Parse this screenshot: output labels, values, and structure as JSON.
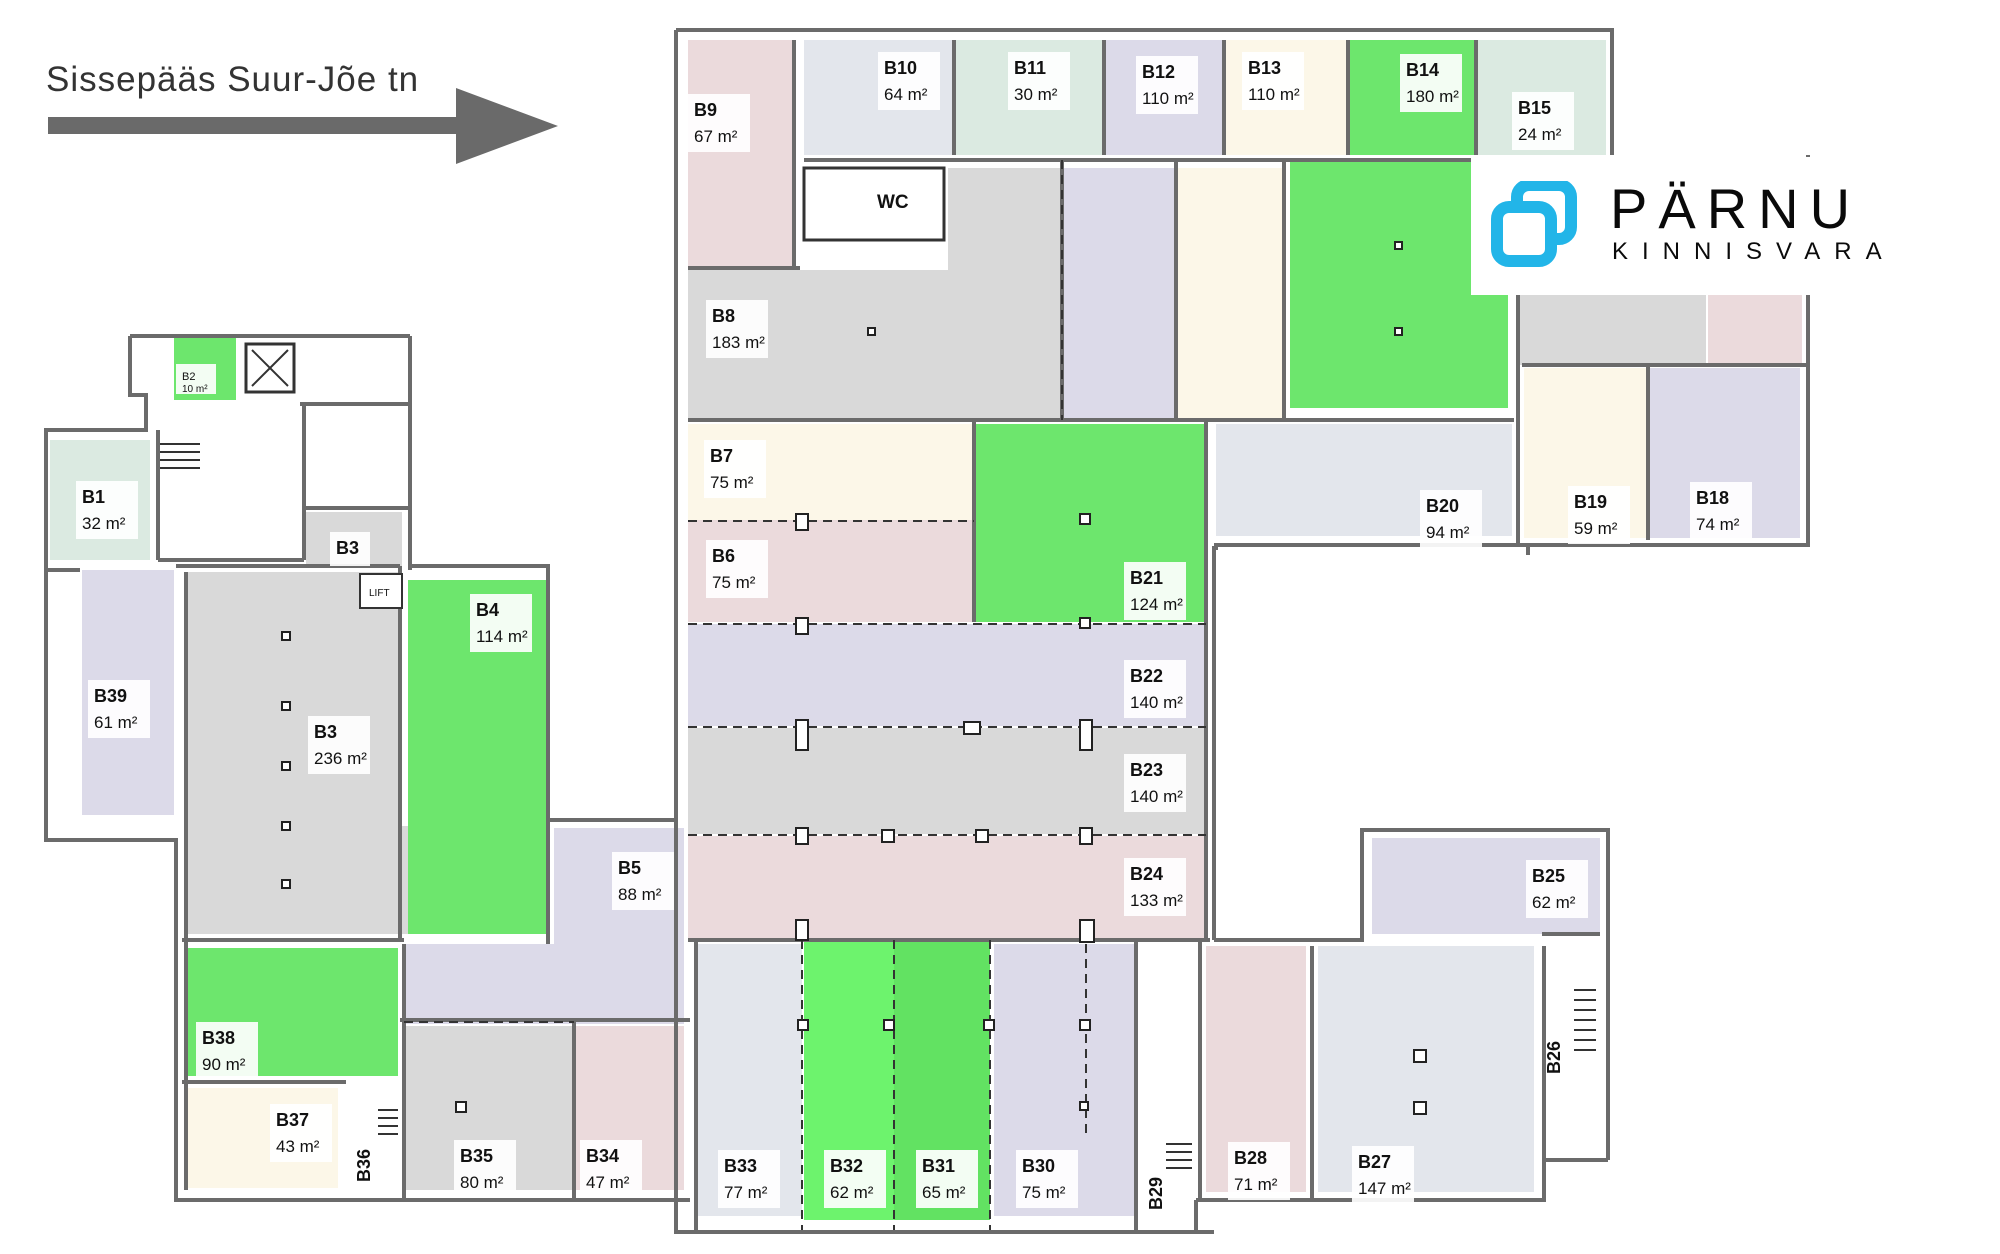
{
  "entrance_label": "Sissepääs Suur-Jõe tn",
  "logo": {
    "title": "PÄRNU",
    "subtitle": "KINNISVARA",
    "color": "#22b5e8"
  },
  "colors": {
    "available": "#6de66d",
    "grey": "#d9d9d9",
    "lavender": "#dcdae9",
    "pink": "#ebdadc",
    "cream": "#fcf7e8",
    "bluegrey": "#e3e6ec",
    "mint": "#dbeae1",
    "wall": "#6b6b6b"
  },
  "labels": {
    "wc": "WC",
    "lift": "LIFT"
  },
  "units": [
    {
      "id": "B1",
      "name": "B1",
      "area": "32 m²"
    },
    {
      "id": "B2",
      "name": "B2",
      "area": "10 m²"
    },
    {
      "id": "B3a",
      "name": "B3",
      "area": ""
    },
    {
      "id": "B3",
      "name": "B3",
      "area": "236 m²"
    },
    {
      "id": "B4",
      "name": "B4",
      "area": "114 m²"
    },
    {
      "id": "B5",
      "name": "B5",
      "area": "88 m²"
    },
    {
      "id": "B6",
      "name": "B6",
      "area": "75 m²"
    },
    {
      "id": "B7",
      "name": "B7",
      "area": "75 m²"
    },
    {
      "id": "B8",
      "name": "B8",
      "area": "183 m²"
    },
    {
      "id": "B9",
      "name": "B9",
      "area": "67 m²"
    },
    {
      "id": "B10",
      "name": "B10",
      "area": "64 m²"
    },
    {
      "id": "B11",
      "name": "B11",
      "area": "30 m²"
    },
    {
      "id": "B12",
      "name": "B12",
      "area": "110 m²"
    },
    {
      "id": "B13",
      "name": "B13",
      "area": "110 m²"
    },
    {
      "id": "B14",
      "name": "B14",
      "area": "180 m²"
    },
    {
      "id": "B15",
      "name": "B15",
      "area": "24 m²"
    },
    {
      "id": "B18",
      "name": "B18",
      "area": "74 m²"
    },
    {
      "id": "B19",
      "name": "B19",
      "area": "59 m²"
    },
    {
      "id": "B20",
      "name": "B20",
      "area": "94 m²"
    },
    {
      "id": "B21",
      "name": "B21",
      "area": "124 m²"
    },
    {
      "id": "B22",
      "name": "B22",
      "area": "140 m²"
    },
    {
      "id": "B23",
      "name": "B23",
      "area": "140 m²"
    },
    {
      "id": "B24",
      "name": "B24",
      "area": "133 m²"
    },
    {
      "id": "B25",
      "name": "B25",
      "area": "62 m²"
    },
    {
      "id": "B26",
      "name": "B26",
      "area": ""
    },
    {
      "id": "B27",
      "name": "B27",
      "area": "147 m²"
    },
    {
      "id": "B28",
      "name": "B28",
      "area": "71 m²"
    },
    {
      "id": "B29",
      "name": "B29",
      "area": ""
    },
    {
      "id": "B30",
      "name": "B30",
      "area": "75 m²"
    },
    {
      "id": "B31",
      "name": "B31",
      "area": "65 m²"
    },
    {
      "id": "B32",
      "name": "B32",
      "area": "62 m²"
    },
    {
      "id": "B33",
      "name": "B33",
      "area": "77 m²"
    },
    {
      "id": "B34",
      "name": "B34",
      "area": "47 m²"
    },
    {
      "id": "B35",
      "name": "B35",
      "area": "80 m²"
    },
    {
      "id": "B36",
      "name": "B36",
      "area": ""
    },
    {
      "id": "B37",
      "name": "B37",
      "area": "43 m²"
    },
    {
      "id": "B38",
      "name": "B38",
      "area": "90 m²"
    },
    {
      "id": "B39",
      "name": "B39",
      "area": "61 m²"
    }
  ]
}
